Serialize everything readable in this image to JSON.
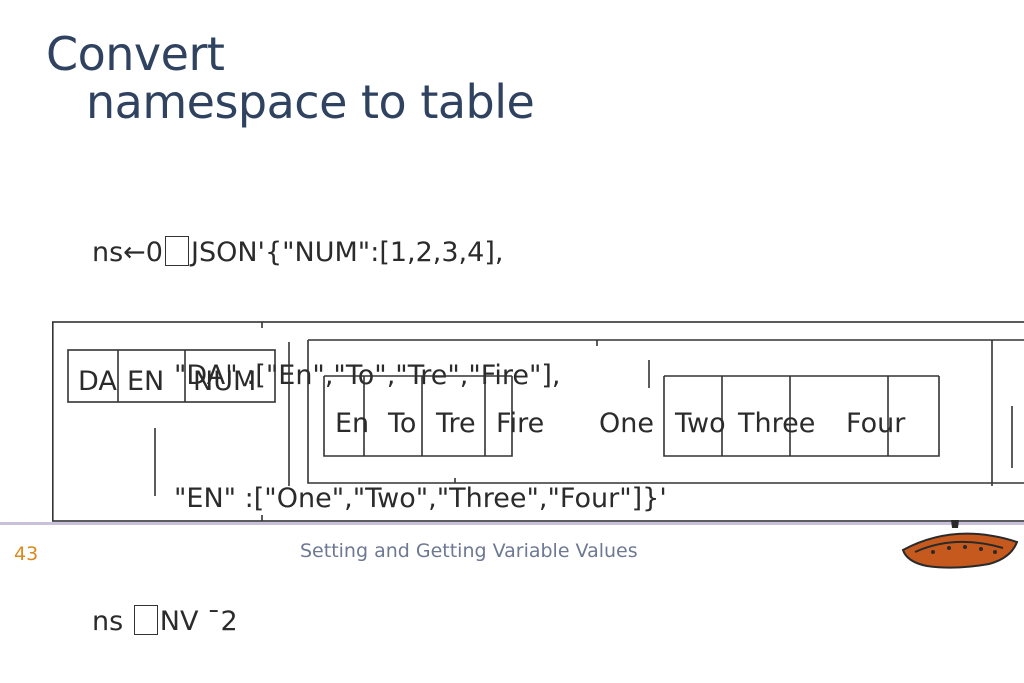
{
  "slide": {
    "title_line1": "Convert",
    "title_line2": "namespace to table",
    "code": {
      "l1_a": "ns←0",
      "l1_b": "JSON'{\"NUM\":[1,2,3,4],",
      "l2": "\"DA\" :[\"En\",\"To\",\"Tre\",\"Fire\"],",
      "l3": "\"EN\" :[\"One\",\"Two\",\"Three\",\"Four\"]}'",
      "l4_a": "ns ",
      "l4_b": "NV ¯2"
    },
    "display": {
      "names": [
        "DA",
        "EN",
        "NUM"
      ],
      "da_values": [
        "En",
        "To",
        "Tre",
        "Fire"
      ],
      "en_values": [
        "One",
        "Two",
        "Three",
        "Four"
      ]
    },
    "footer": {
      "page_number": "43",
      "caption": "Setting and Getting Variable Values"
    },
    "colors": {
      "title": "#2f4260",
      "page_number": "#d98a1f",
      "footer_text": "#6d7893",
      "rule": "#c9c1dc"
    }
  }
}
